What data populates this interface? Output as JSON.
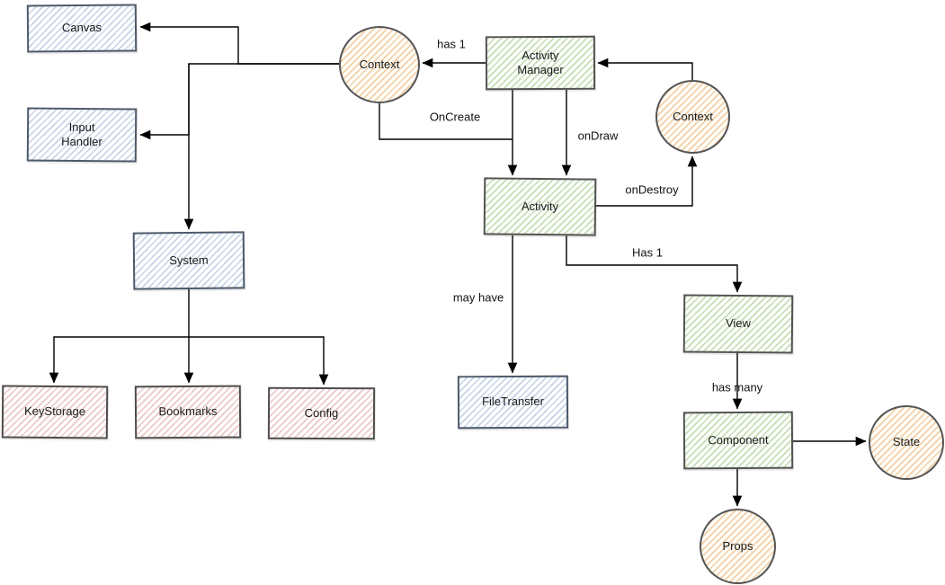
{
  "nodes": {
    "canvas": {
      "label": "Canvas"
    },
    "input_handler": {
      "label": "Input\nHandler"
    },
    "system": {
      "label": "System"
    },
    "keystorage": {
      "label": "KeyStorage"
    },
    "bookmarks": {
      "label": "Bookmarks"
    },
    "config": {
      "label": "Config"
    },
    "activity_manager": {
      "label": "Activity\nManager"
    },
    "activity": {
      "label": "Activity"
    },
    "filetransfer": {
      "label": "FileTransfer"
    },
    "view": {
      "label": "View"
    },
    "component": {
      "label": "Component"
    },
    "context_left": {
      "label": "Context"
    },
    "context_right": {
      "label": "Context"
    },
    "state": {
      "label": "State"
    },
    "props": {
      "label": "Props"
    }
  },
  "edge_labels": {
    "has_1": "has 1",
    "oncreate": "OnCreate",
    "ondraw": "onDraw",
    "ondestroy": "onDestroy",
    "may_have": "may have",
    "has_1_view": "Has 1",
    "has_many": "has many"
  },
  "colors": {
    "blue_fill": "#dae8fc",
    "blue_stroke": "#6c8ebf",
    "green_fill": "#d5e8d4",
    "green_stroke": "#82b366",
    "pink_fill": "#f8cecc",
    "pink_stroke": "#b85450",
    "orange_fill": "#ffe6cc",
    "orange_stroke": "#d79b00",
    "connector": "#000000",
    "border": "#4f4f4f"
  }
}
